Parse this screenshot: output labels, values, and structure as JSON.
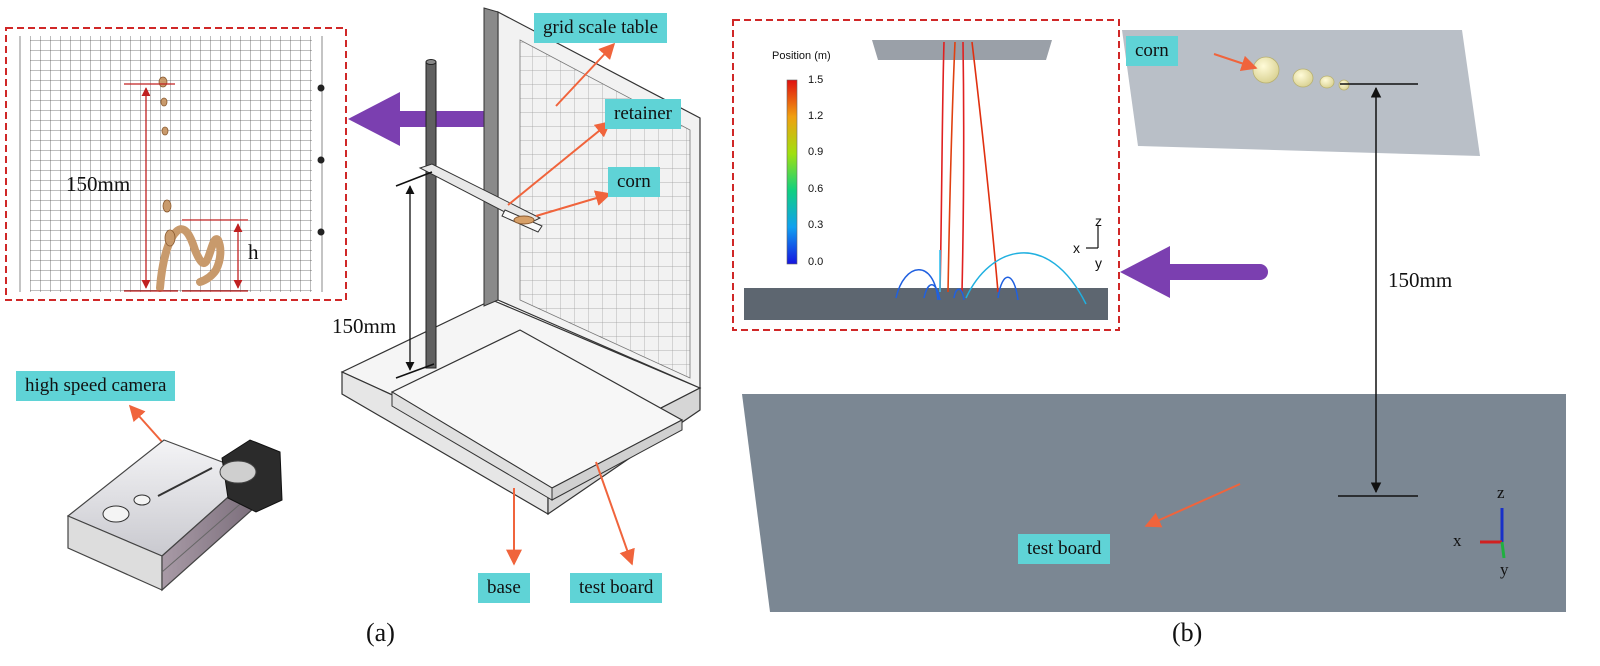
{
  "panel_a": {
    "caption": "(a)",
    "labels": {
      "grid_scale_table": "grid scale table",
      "retainer": "retainer",
      "corn": "corn",
      "high_speed_camera": "high speed camera",
      "base": "base",
      "test_board": "test board"
    },
    "inset": {
      "drop_height": "150mm",
      "rebound_height": "h"
    },
    "drop_height": "150mm"
  },
  "panel_b": {
    "caption": "(b)",
    "labels": {
      "corn": "corn",
      "test_board": "test board"
    },
    "drop_height": "150mm",
    "axes": {
      "x": "x",
      "y": "y",
      "z": "z"
    },
    "inset": {
      "legend_title": "Position (m)",
      "legend_ticks": [
        "1.5",
        "1.2",
        "0.9",
        "0.6",
        "0.3",
        "0.0"
      ],
      "axes": {
        "x": "x",
        "y": "y",
        "z": "z"
      }
    }
  },
  "colors": {
    "label_bg": "#5fd3d6",
    "callout_arrow": "#f0643c",
    "purple_arrow": "#7b3fb0",
    "dashed_border": "#d02828",
    "plate_gray": "#7b8793"
  }
}
